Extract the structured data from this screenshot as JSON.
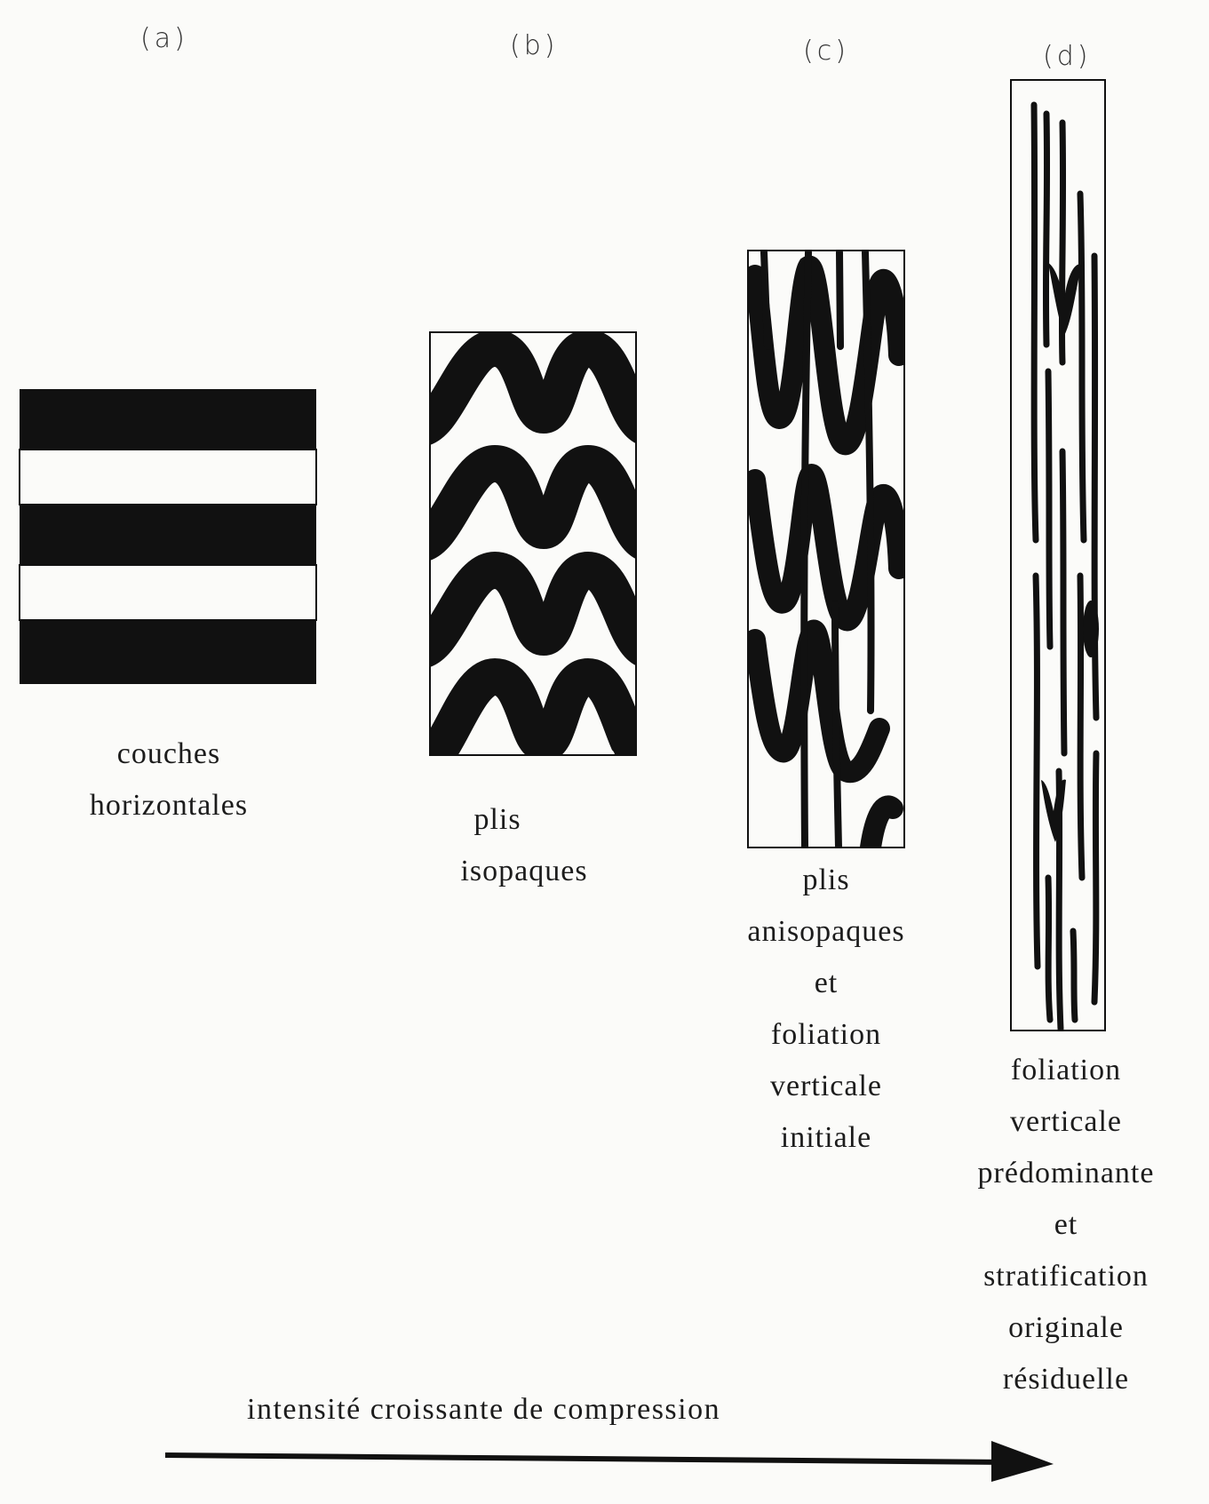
{
  "panels": [
    {
      "id": "a",
      "label": "(a)",
      "caption": [
        "couches",
        "horizontales"
      ]
    },
    {
      "id": "b",
      "label": "(b)",
      "caption": [
        "plis",
        "isopaques"
      ]
    },
    {
      "id": "c",
      "label": "(c)",
      "caption": [
        "plis",
        "anisopaques",
        "et",
        "foliation",
        "verticale",
        "initiale"
      ]
    },
    {
      "id": "d",
      "label": "(d)",
      "caption": [
        "foliation",
        "verticale",
        "prédominante",
        "et",
        "stratification",
        "originale",
        "résiduelle"
      ]
    }
  ],
  "arrow_caption": "intensité croissante de compression",
  "colors": {
    "ink": "#111111",
    "paper": "#fbfbf9"
  }
}
